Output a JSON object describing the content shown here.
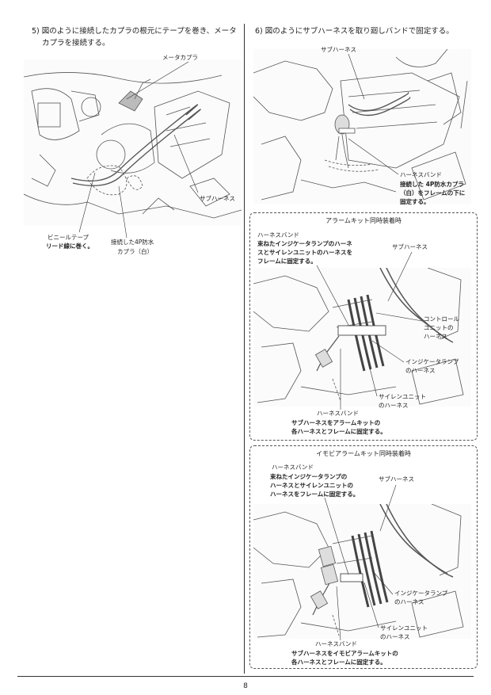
{
  "steps": [
    {
      "number": "5)",
      "text_line1": "図のように接続したカプラの根元にテープを巻き、メータ",
      "text_line2": "カプラを接続する。"
    },
    {
      "number": "6)",
      "text_line1": "図のようにサブハーネスを取り廻しバンドで固定する。"
    }
  ],
  "fig5": {
    "meter_coupler": "メータカプラ",
    "sub_harness": "サブハーネス",
    "vinyl_tape": "ビニールテープ",
    "wrap_lead": "リード線に巻く。",
    "connected_4p_l1": "接続した4P防水",
    "connected_4p_l2": "カプラ（白）"
  },
  "fig6": {
    "sub_harness": "サブハーネス",
    "harness_band": "ハーネスバンド",
    "note_l1": "接続した 4P防水カプラ",
    "note_l2": "（白）をフレームの下に",
    "note_l3": "固定する。"
  },
  "box_alarm": {
    "title": "アラームキット同時装着時",
    "top_band": "ハーネスバンド",
    "top_note_l1": "束ねたインジケータランプのハーネ",
    "top_note_l2": "スとサイレンユニットのハーネスを",
    "top_note_l3": "フレームに固定する。",
    "sub_harness": "サブハーネス",
    "control_l1": "コントロール",
    "control_l2": "ユニットの",
    "control_l3": "ハーネス",
    "indicator_l1": "インジケータランプ",
    "indicator_l2": "のハーネス",
    "siren_l1": "サイレンユニット",
    "siren_l2": "のハーネス",
    "bottom_band": "ハーネスバンド",
    "bottom_note_l1": "サブハーネスをアラームキットの",
    "bottom_note_l2": "各ハーネスとフレームに固定する。"
  },
  "box_immobi": {
    "title": "イモビアラームキット同時装着時",
    "top_band": "ハーネスバンド",
    "top_note_l1": "束ねたインジケータランプの",
    "top_note_l2": "ハーネスとサイレンユニットの",
    "top_note_l3": "ハーネスをフレームに固定する。",
    "sub_harness": "サブハーネス",
    "indicator_l1": "インジケータランプ",
    "indicator_l2": "のハーネス",
    "siren_l1": "サイレンユニット",
    "siren_l2": "のハーネス",
    "bottom_band": "ハーネスバンド",
    "bottom_note_l1": "サブハーネスをイモビアラームキットの",
    "bottom_note_l2": "各ハーネスとフレームに固定する。"
  },
  "page_number": "8"
}
